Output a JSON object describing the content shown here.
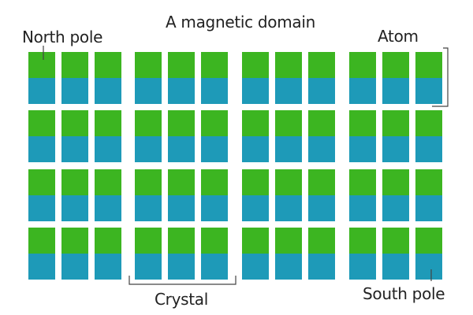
{
  "title": "A magnetic domain",
  "labels": {
    "north_pole": "North pole",
    "atom": "Atom",
    "crystal": "Crystal",
    "south_pole": "South pole"
  },
  "domain": {
    "crystal_rows": 4,
    "crystal_columns": 4,
    "atoms_per_crystal": 3,
    "north_color": "#3cb521",
    "south_color": "#1e9ab8"
  }
}
